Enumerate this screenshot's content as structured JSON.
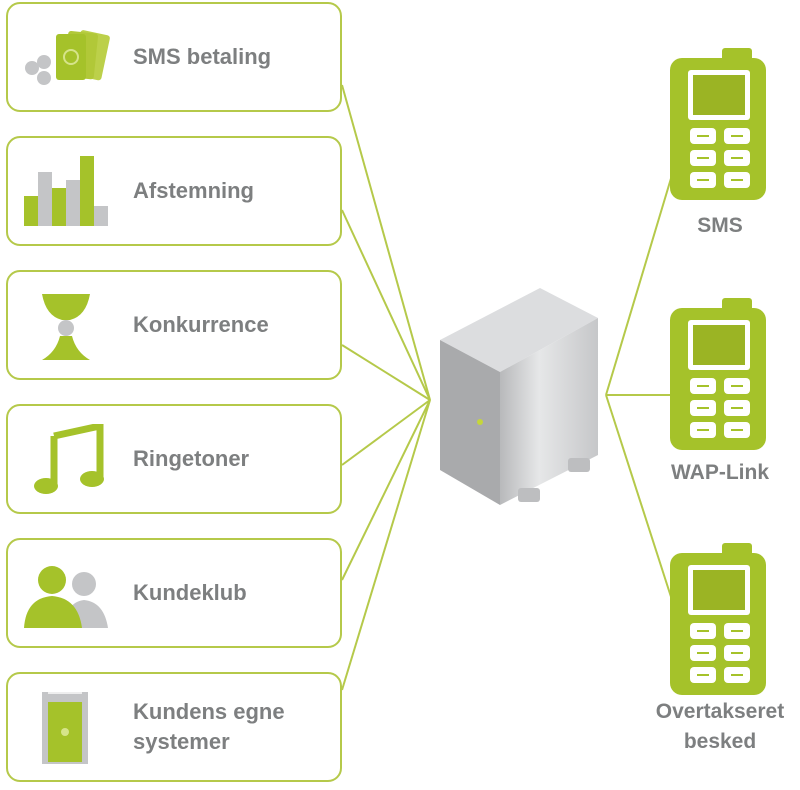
{
  "services": [
    {
      "label": "SMS betaling",
      "icon": "cards-coins-icon"
    },
    {
      "label": "Afstemning",
      "icon": "bar-chart-icon"
    },
    {
      "label": "Konkurrence",
      "icon": "trophy-icon"
    },
    {
      "label": "Ringetoner",
      "icon": "music-note-icon"
    },
    {
      "label": "Kundeklub",
      "icon": "people-icon"
    },
    {
      "label": "Kundens egne systemer",
      "icon": "computer-tower-icon"
    }
  ],
  "server": {
    "icon": "server-icon"
  },
  "outputs": [
    {
      "label": "SMS",
      "icon": "mobile-phone-icon"
    },
    {
      "label": "WAP-Link",
      "icon": "mobile-phone-icon"
    },
    {
      "label": "Overtakseret besked",
      "icon": "mobile-phone-icon"
    }
  ],
  "colors": {
    "accent": "#a5c22a",
    "border": "#b5c94a",
    "text": "#7d7f80"
  }
}
